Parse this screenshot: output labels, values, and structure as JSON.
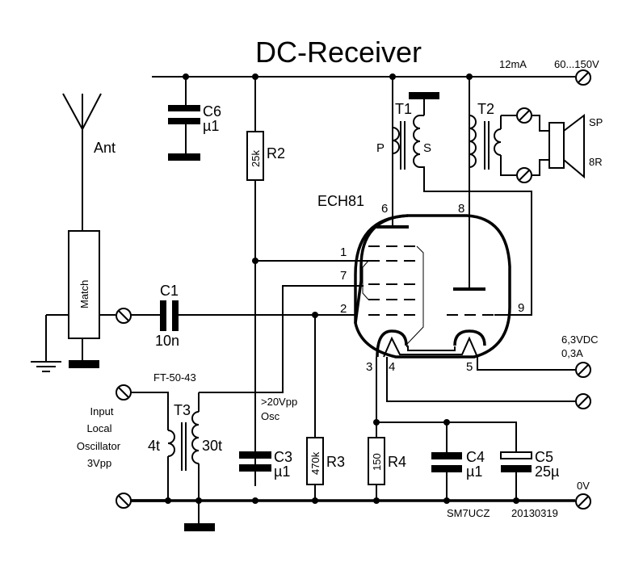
{
  "title": "DC-Receiver",
  "supply": {
    "current": "12mA",
    "voltage": "60...150V"
  },
  "antenna": {
    "label": "Ant"
  },
  "match": {
    "label": "Match"
  },
  "tube": {
    "type": "ECH81",
    "pins": [
      "1",
      "2",
      "3",
      "4",
      "5",
      "6",
      "7",
      "8",
      "9"
    ]
  },
  "heater": {
    "voltage": "6,3VDC",
    "current": "0,3A"
  },
  "ground_label": "0V",
  "oscillator": {
    "toroid": "FT-50-43",
    "input_lines": [
      "Input",
      "Local",
      "Oscillator",
      "3Vpp"
    ],
    "level_lines": [
      ">20Vpp",
      "Osc"
    ]
  },
  "speaker": {
    "label": "SP",
    "impedance": "8R"
  },
  "components": {
    "C1": {
      "name": "C1",
      "value": "10n"
    },
    "C3": {
      "name": "C3",
      "value": "µ1"
    },
    "C4": {
      "name": "C4",
      "value": "µ1"
    },
    "C5": {
      "name": "C5",
      "value": "25µ"
    },
    "C6": {
      "name": "C6",
      "value": "µ1"
    },
    "R2": {
      "name": "R2",
      "value": "25k"
    },
    "R3": {
      "name": "R3",
      "value": "470k"
    },
    "R4": {
      "name": "R4",
      "value": "150"
    },
    "T1": {
      "name": "T1",
      "primary": "P",
      "secondary": "S"
    },
    "T2": {
      "name": "T2"
    },
    "T3": {
      "name": "T3",
      "primary": "4t",
      "secondary": "30t"
    }
  },
  "credit": {
    "author": "SM7UCZ",
    "date": "20130319"
  }
}
